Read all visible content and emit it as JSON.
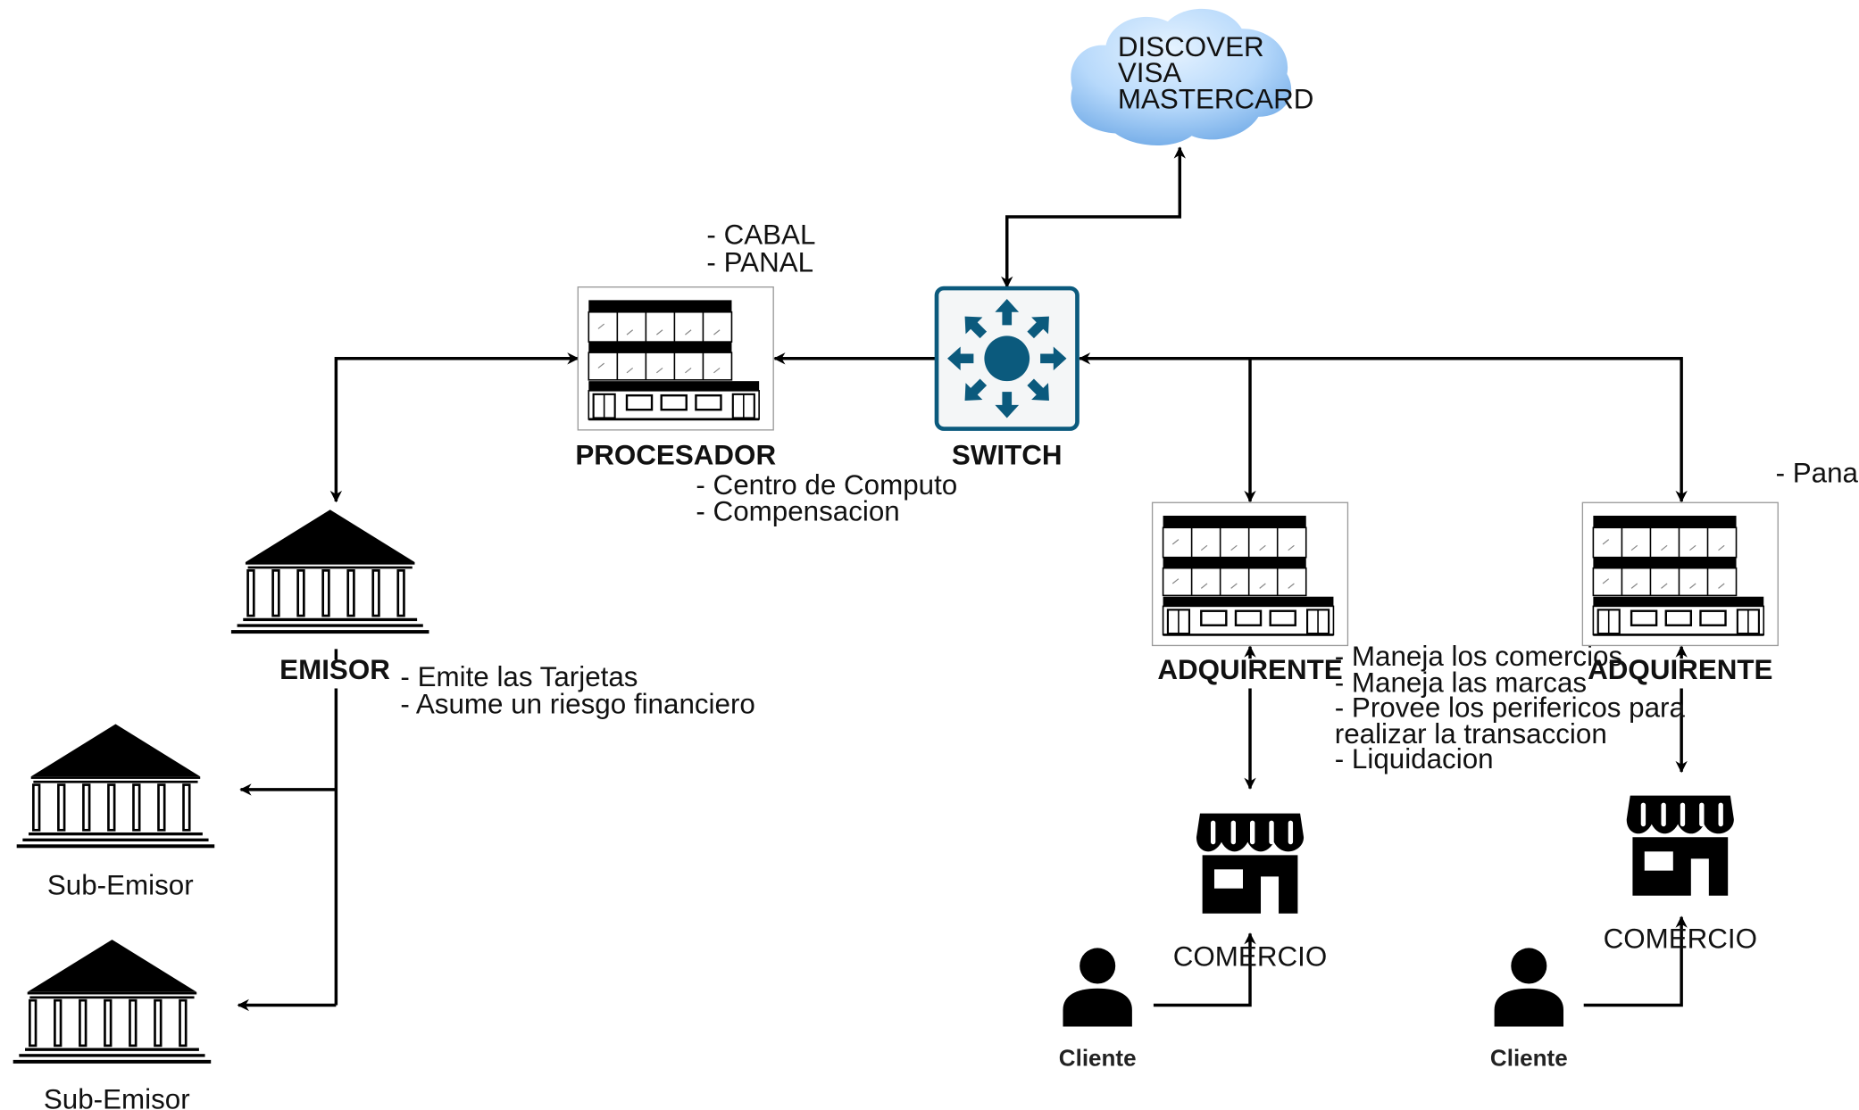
{
  "cloud": {
    "lines": [
      "DISCOVER",
      "VISA",
      "MASTERCARD"
    ]
  },
  "switch": {
    "label": "SWITCH"
  },
  "procesador": {
    "label": "PROCESADOR",
    "networks": [
      "- CABAL",
      "- PANAL"
    ],
    "notes": [
      "- Centro de Computo",
      "- Compensacion"
    ]
  },
  "emisor": {
    "label": "EMISOR",
    "notes": [
      "- Emite las Tarjetas",
      "- Asume un riesgo financiero"
    ]
  },
  "sub_emisores": [
    {
      "label": "Sub-Emisor"
    },
    {
      "label": "Sub-Emisor"
    }
  ],
  "adquirentes": [
    {
      "label": "ADQUIRENTE",
      "notes": [
        "- Maneja los comercios",
        "- Maneja las marcas",
        "- Provee los perifericos para",
        "realizar la transaccion",
        "- Liquidacion"
      ],
      "comercio": "COMERCIO",
      "cliente": "Cliente"
    },
    {
      "label": "ADQUIRENTE",
      "network": "- Panal",
      "comercio": "COMERCIO",
      "cliente": "Cliente"
    }
  ],
  "colors": {
    "switch_fill": "#0b5a7d",
    "switch_bg": "#f4f6f7",
    "cloud_light": "#dbeeff",
    "cloud_dark": "#7fb6ec",
    "icon_black": "#000000"
  }
}
